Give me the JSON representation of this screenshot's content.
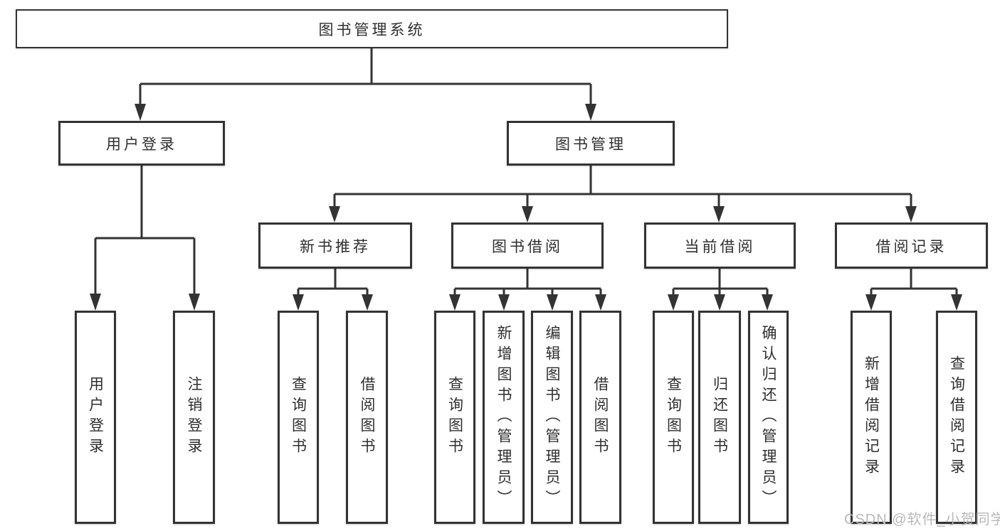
{
  "nodes": {
    "root": "图书管理系统",
    "user_login": "用户登录",
    "book_mgmt": "图书管理",
    "new_book": "新书推荐",
    "book_borrow": "图书借阅",
    "cur_borrow": "当前借阅",
    "borrow_rec": "借阅记录",
    "ul_login": "用户登录",
    "ul_logout": "注销登录",
    "nb_query": "查询图书",
    "nb_borrow": "借阅图书",
    "bb_query": "查询图书",
    "bb_add": "新增图书（管理员）",
    "bb_edit": "编辑图书（管理员）",
    "bb_borrow": "借阅图书",
    "cb_query": "查询图书",
    "cb_return": "归还图书",
    "cb_confirm": "确认归还（管理员）",
    "br_add": "新增借阅记录",
    "br_query": "查询借阅记录"
  },
  "watermark": "CSDN @软件_小贺同学",
  "colors": {
    "line": "#333333",
    "text": "#2f2f2f",
    "background": "#ffffff",
    "watermark": "#b9b9b9"
  }
}
